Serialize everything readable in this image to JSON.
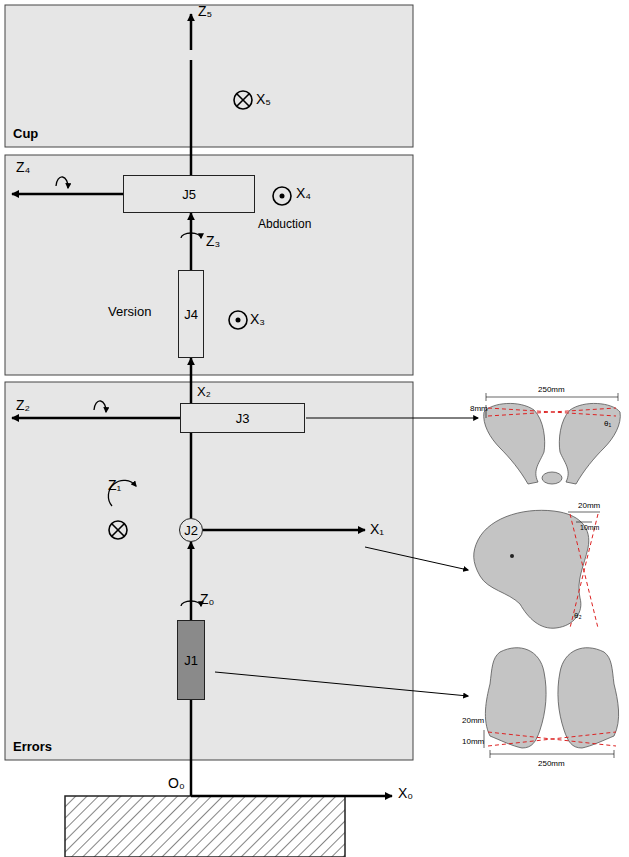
{
  "diagram": {
    "nodes": [
      {
        "text": [
          "Cup"
        ]
      },
      {
        "text": [
          "J5"
        ]
      },
      {
        "text": [
          "J4"
        ]
      },
      {
        "text": [
          "Errors"
        ]
      },
      {
        "text": [
          "J3"
        ],
        "in": 3
      },
      {
        "text": [
          "J2"
        ],
        "in": 3
      },
      {
        "text": [
          "J1"
        ],
        "in": 3
      }
    ],
    "edges": [
      {
        "from": 6,
        "to": 5,
        "arrow": "to"
      },
      {
        "from": 5,
        "to": 4,
        "arrow": "none"
      },
      {
        "from": 4,
        "to": 2,
        "arrow": "to"
      },
      {
        "from": 2,
        "to": 1,
        "arrow": "to"
      }
    ],
    "labels": [
      "Z₅",
      "X₅",
      "Z₄",
      "X₄",
      "Abduction",
      "Z₃",
      "Version",
      "X₃",
      "X₂",
      "Z₂",
      "Z₁",
      "X₁",
      "Z₀",
      "O₀",
      "X₀",
      "250mm",
      "8mm",
      "θ₁",
      "20mm",
      "10mm",
      "θ₂",
      "20mm",
      "10mm",
      "250mm"
    ]
  }
}
